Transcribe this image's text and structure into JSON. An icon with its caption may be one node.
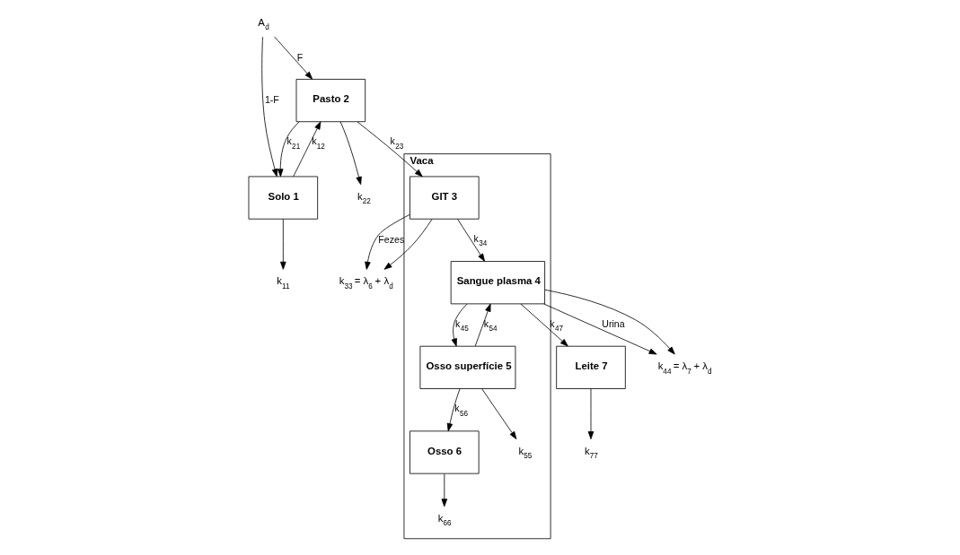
{
  "diagram": {
    "nodes": [
      {
        "text": [
          "Vaca"
        ]
      },
      {
        "text": [
          "Solo 1"
        ]
      },
      {
        "text": [
          "Pasto 2"
        ]
      },
      {
        "text": [
          "GIT 3"
        ],
        "in": 0
      },
      {
        "text": [
          "Sangue plasma 4"
        ],
        "in": 0
      },
      {
        "text": [
          "Osso superfície 5"
        ],
        "in": 0
      },
      {
        "text": [
          "Osso 6"
        ],
        "in": 0
      },
      {
        "text": [
          "Leite 7"
        ]
      },
      {
        "text": [
          "A$_{d}$"
        ]
      },
      {
        "text": [
          "k$_{11}$"
        ]
      },
      {
        "text": [
          "k$_{22}$"
        ]
      },
      {
        "text": [
          "k$_{33}$ = λ$_{6}$ + λ$_{d}$"
        ]
      },
      {
        "text": [
          "k$_{44}$ = λ$_{7}$ + λ$_{d}$"
        ]
      },
      {
        "text": [
          "k$_{55}$"
        ],
        "in": 0
      },
      {
        "text": [
          "k$_{66}$"
        ],
        "in": 0
      },
      {
        "text": [
          "k$_{77}$"
        ]
      }
    ],
    "edges": [
      {
        "from": 8,
        "to": 1,
        "arrow": "to",
        "label": "1-F"
      },
      {
        "from": 8,
        "to": 2,
        "arrow": "to",
        "label": "F"
      },
      {
        "from": 1,
        "to": 2,
        "arrow": "to",
        "label": "k$_{12}$"
      },
      {
        "from": 2,
        "to": 1,
        "arrow": "to",
        "label": "k$_{21}$"
      },
      {
        "from": 1,
        "to": 9,
        "arrow": "to"
      },
      {
        "from": 2,
        "to": 10,
        "arrow": "to"
      },
      {
        "from": 2,
        "to": 3,
        "arrow": "to",
        "label": "k$_{23}$"
      },
      {
        "from": 3,
        "to": 4,
        "arrow": "to",
        "label": "k$_{34}$"
      },
      {
        "from": 4,
        "to": 5,
        "arrow": "to",
        "label": "k$_{45}$"
      },
      {
        "from": 5,
        "to": 4,
        "arrow": "to",
        "label": "k$_{54}$"
      },
      {
        "from": 5,
        "to": 13,
        "arrow": "to"
      },
      {
        "from": 5,
        "to": 6,
        "arrow": "to",
        "label": "k$_{56}$"
      },
      {
        "from": 6,
        "to": 14,
        "arrow": "to"
      },
      {
        "from": 4,
        "to": 7,
        "arrow": "to",
        "label": "k$_{47}$"
      },
      {
        "from": 3,
        "to": 11,
        "arrow": "to",
        "label": "Fezes"
      },
      {
        "from": 3,
        "to": 11,
        "arrow": "to"
      },
      {
        "from": 4,
        "to": 12,
        "arrow": "to",
        "label": "Urina"
      },
      {
        "from": 4,
        "to": 12,
        "arrow": "to"
      },
      {
        "from": 7,
        "to": 15,
        "arrow": "to"
      }
    ]
  }
}
